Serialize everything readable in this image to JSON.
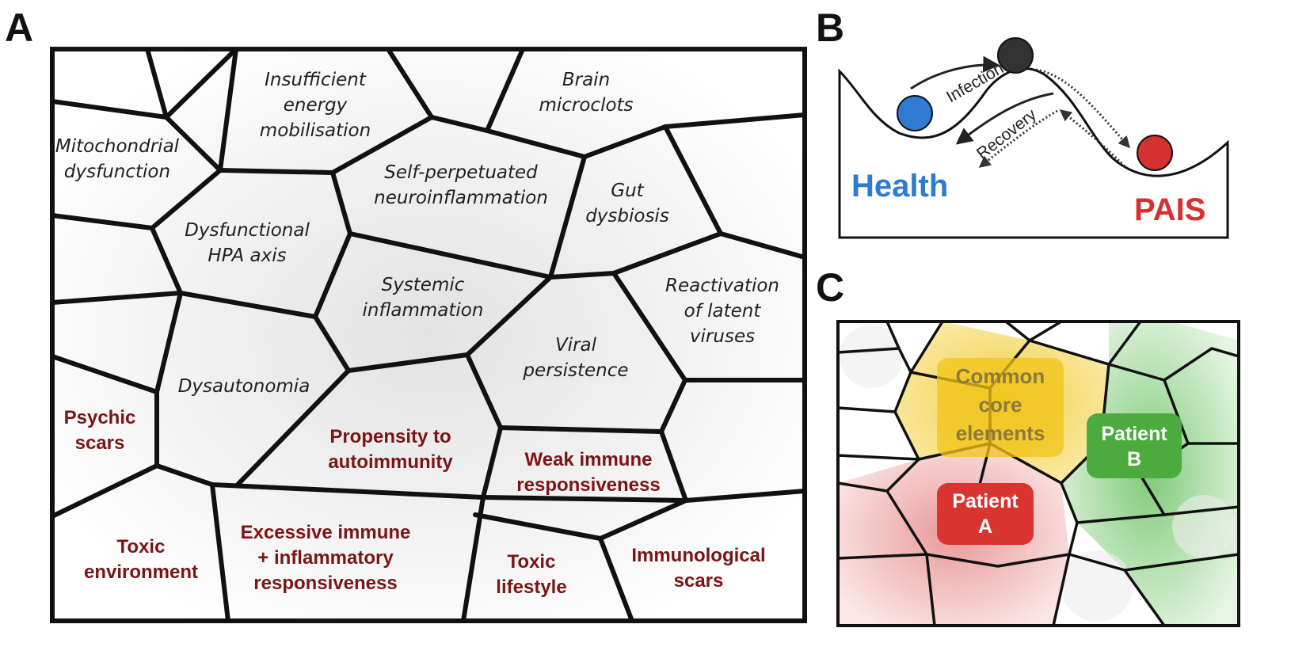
{
  "panels": {
    "a": "A",
    "b": "B",
    "c": "C"
  },
  "panel_a": {
    "mechanisms": [
      {
        "id": "insufficient-energy-mobilisation",
        "lines": [
          "Insufficient",
          "energy",
          "mobilisation"
        ],
        "kind": "mechanism"
      },
      {
        "id": "brain-microclots",
        "lines": [
          "Brain",
          "microclots"
        ],
        "kind": "mechanism"
      },
      {
        "id": "mitochondrial-dysfunction",
        "lines": [
          "Mitochondrial",
          "dysfunction"
        ],
        "kind": "mechanism"
      },
      {
        "id": "self-perpetuated-neuroinflammation",
        "lines": [
          "Self-perpetuated",
          "neuroinflammation"
        ],
        "kind": "mechanism"
      },
      {
        "id": "gut-dysbiosis",
        "lines": [
          "Gut",
          "dysbiosis"
        ],
        "kind": "mechanism"
      },
      {
        "id": "dysfunctional-hpa-axis",
        "lines": [
          "Dysfunctional",
          "HPA axis"
        ],
        "kind": "mechanism"
      },
      {
        "id": "systemic-inflammation",
        "lines": [
          "Systemic",
          "inflammation"
        ],
        "kind": "mechanism"
      },
      {
        "id": "reactivation-of-latent-viruses",
        "lines": [
          "Reactivation",
          "of latent",
          "viruses"
        ],
        "kind": "mechanism"
      },
      {
        "id": "viral-persistence",
        "lines": [
          "Viral",
          "persistence"
        ],
        "kind": "mechanism"
      },
      {
        "id": "dysautonomia",
        "lines": [
          "Dysautonomia"
        ],
        "kind": "mechanism"
      },
      {
        "id": "psychic-scars",
        "lines": [
          "Psychic",
          "scars"
        ],
        "kind": "factor"
      },
      {
        "id": "propensity-to-autoimmunity",
        "lines": [
          "Propensity to",
          "autoimmunity"
        ],
        "kind": "factor"
      },
      {
        "id": "weak-immune-responsiveness",
        "lines": [
          "Weak immune",
          "responsiveness"
        ],
        "kind": "factor"
      },
      {
        "id": "toxic-environment",
        "lines": [
          "Toxic",
          "environment"
        ],
        "kind": "factor"
      },
      {
        "id": "excessive-immune-inflammatory-responsiveness",
        "lines": [
          "Excessive immune",
          "+ inflammatory",
          "responsiveness"
        ],
        "kind": "factor"
      },
      {
        "id": "toxic-lifestyle",
        "lines": [
          "Toxic",
          "lifestyle"
        ],
        "kind": "factor"
      },
      {
        "id": "immunological-scars",
        "lines": [
          "Immunological",
          "scars"
        ],
        "kind": "factor"
      }
    ]
  },
  "panel_b": {
    "health_label": "Health",
    "pais_label": "PAIS",
    "infection_label": "Infection",
    "recovery_label": "Recovery"
  },
  "panel_c": {
    "core_lines": [
      "Common",
      "core",
      "elements"
    ],
    "patient_a_lines": [
      "Patient",
      "A"
    ],
    "patient_b_lines": [
      "Patient",
      "B"
    ]
  },
  "colors": {
    "health": "#2e7bd1",
    "pais": "#d63030",
    "patient_a": "#d9342f",
    "patient_b": "#4bab3e",
    "core": "#f1c417",
    "factor_text": "#7a1515",
    "cell_line": "#111111"
  }
}
